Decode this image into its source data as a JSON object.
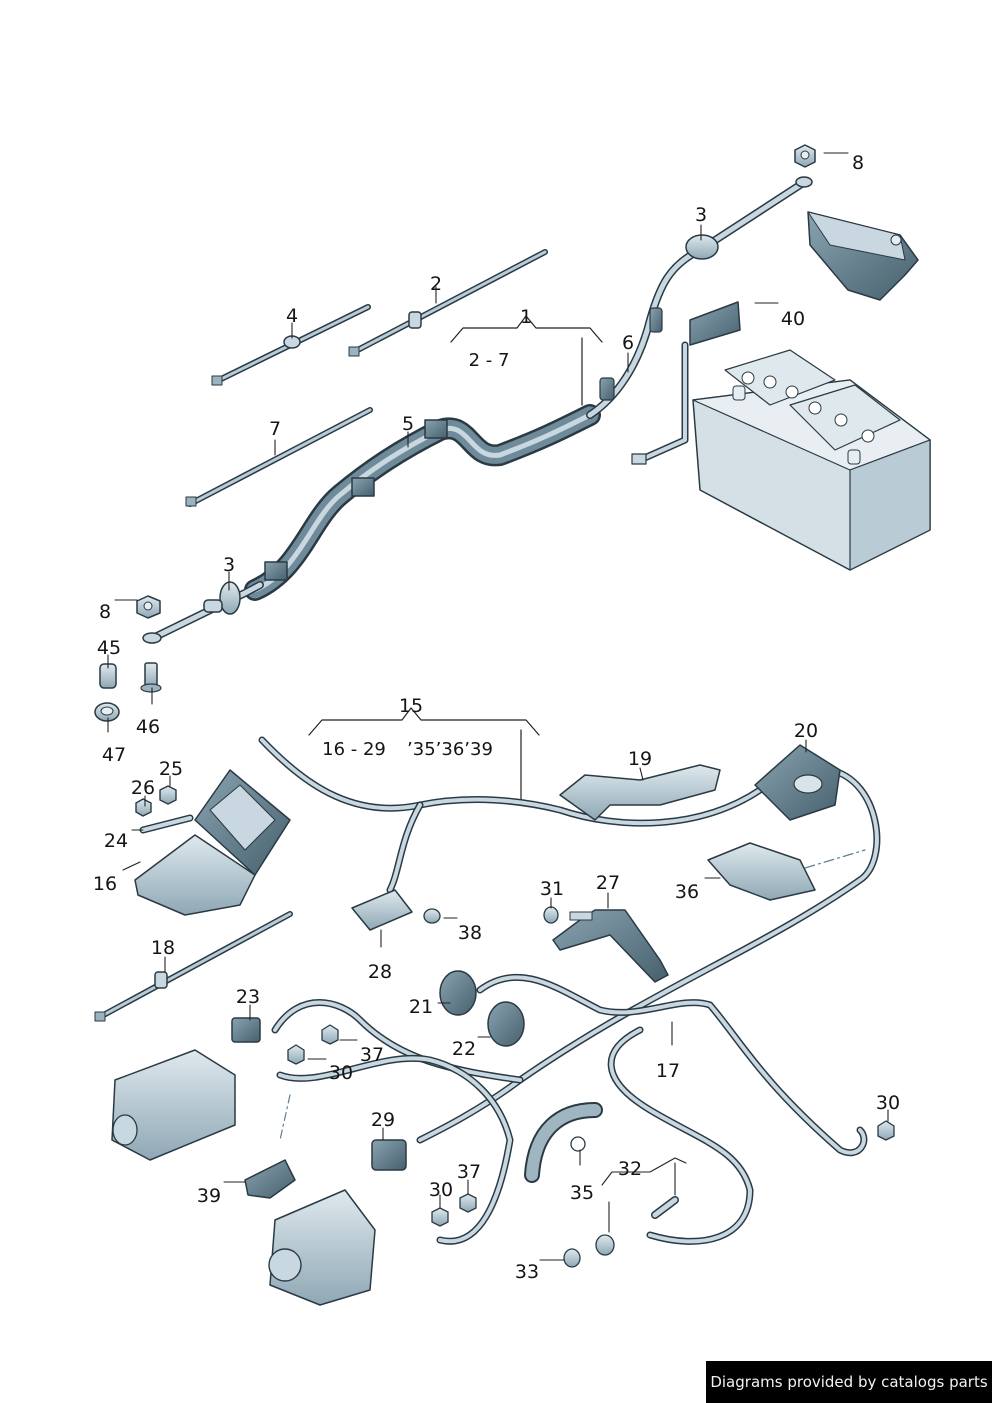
{
  "diagram": {
    "title": "Battery cable / wiring harness parts diagram",
    "colors": {
      "part_fill": "#c9d8e0",
      "part_dark": "#4f6a78",
      "part_outline": "#2a3a44",
      "label_text": "#151515",
      "footer_bg": "#000000",
      "footer_text": "#f2f2f2"
    },
    "callouts": [
      {
        "id": "1",
        "text": "1"
      },
      {
        "id": "1-range",
        "text": "2 - 7"
      },
      {
        "id": "2",
        "text": "2"
      },
      {
        "id": "3-top",
        "text": "3"
      },
      {
        "id": "3-left",
        "text": "3"
      },
      {
        "id": "4",
        "text": "4"
      },
      {
        "id": "5",
        "text": "5"
      },
      {
        "id": "6",
        "text": "6"
      },
      {
        "id": "7",
        "text": "7"
      },
      {
        "id": "8-top",
        "text": "8"
      },
      {
        "id": "8-left",
        "text": "8"
      },
      {
        "id": "40",
        "text": "40"
      },
      {
        "id": "45",
        "text": "45"
      },
      {
        "id": "46",
        "text": "46"
      },
      {
        "id": "47",
        "text": "47"
      },
      {
        "id": "15",
        "text": "15"
      },
      {
        "id": "15-range",
        "text": "16 - 29"
      },
      {
        "id": "15-extra",
        "text": "’35’36’39"
      },
      {
        "id": "16",
        "text": "16"
      },
      {
        "id": "17",
        "text": "17"
      },
      {
        "id": "18",
        "text": "18"
      },
      {
        "id": "19",
        "text": "19"
      },
      {
        "id": "20",
        "text": "20"
      },
      {
        "id": "21",
        "text": "21"
      },
      {
        "id": "22",
        "text": "22"
      },
      {
        "id": "23",
        "text": "23"
      },
      {
        "id": "24",
        "text": "24"
      },
      {
        "id": "25",
        "text": "25"
      },
      {
        "id": "26",
        "text": "26"
      },
      {
        "id": "27",
        "text": "27"
      },
      {
        "id": "28",
        "text": "28"
      },
      {
        "id": "29",
        "text": "29"
      },
      {
        "id": "30-a",
        "text": "30"
      },
      {
        "id": "30-b",
        "text": "30"
      },
      {
        "id": "30-c",
        "text": "30"
      },
      {
        "id": "31",
        "text": "31"
      },
      {
        "id": "32",
        "text": "32"
      },
      {
        "id": "33",
        "text": "33"
      },
      {
        "id": "35",
        "text": "35"
      },
      {
        "id": "36",
        "text": "36"
      },
      {
        "id": "37-a",
        "text": "37"
      },
      {
        "id": "37-b",
        "text": "37"
      },
      {
        "id": "38",
        "text": "38"
      },
      {
        "id": "39",
        "text": "39"
      }
    ]
  },
  "footer": {
    "text": "Diagrams provided by catalogs parts"
  }
}
